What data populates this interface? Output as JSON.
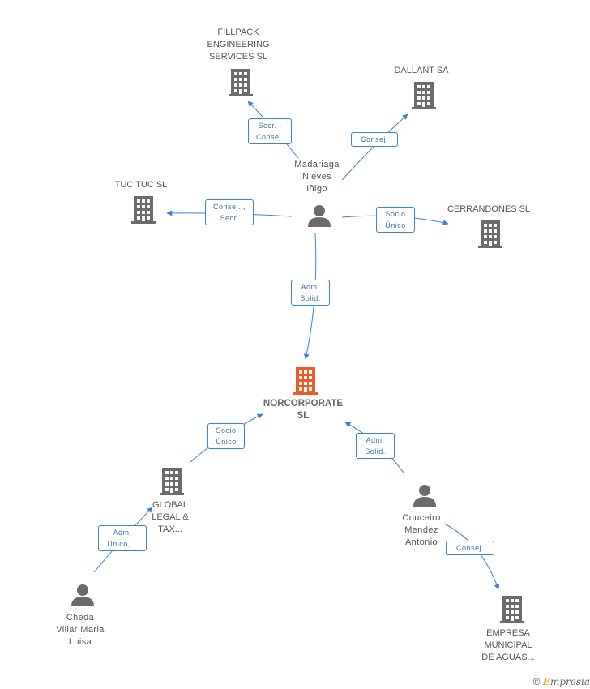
{
  "colors": {
    "edge": "#3b7fd9",
    "company": "#6b6b6b",
    "main_company": "#f05a28",
    "person": "#6b6b6b"
  },
  "nodes": {
    "fillpack": {
      "type": "company",
      "lines": [
        "FILLPACK",
        "ENGINEERING",
        "SERVICES SL"
      ]
    },
    "dallant": {
      "type": "company",
      "lines": [
        "DALLANT SA"
      ]
    },
    "madariaga": {
      "type": "person",
      "lines": [
        "Madariaga",
        "Nieves",
        "Iñigo"
      ]
    },
    "tuctuc": {
      "type": "company",
      "lines": [
        "TUC TUC SL"
      ]
    },
    "cerrandones": {
      "type": "company",
      "lines": [
        "CERRANDONES SL"
      ]
    },
    "norcorporate": {
      "type": "main-company",
      "lines": [
        "NORCORPORATE",
        "SL"
      ]
    },
    "global": {
      "type": "company",
      "lines": [
        "GLOBAL",
        "LEGAL &",
        "TAX..."
      ]
    },
    "couceiro": {
      "type": "person",
      "lines": [
        "Couceiro",
        "Mendez",
        "Antonio"
      ]
    },
    "cheda": {
      "type": "person",
      "lines": [
        "Cheda",
        "Villar Maria",
        "Luisa"
      ]
    },
    "empresa": {
      "type": "company",
      "lines": [
        "EMPRESA",
        "MUNICIPAL",
        "DE AGUAS..."
      ]
    }
  },
  "edges": {
    "madariaga_fillpack": {
      "lines": [
        "Secr. ,",
        "Consej."
      ]
    },
    "madariaga_dallant": {
      "lines": [
        "Consej."
      ]
    },
    "madariaga_tuctuc": {
      "lines": [
        "Consej. ,",
        "Secr."
      ]
    },
    "madariaga_cerrandones": {
      "lines": [
        "Socio",
        "Único"
      ]
    },
    "madariaga_norcorporate": {
      "lines": [
        "Adm.",
        "Solid."
      ]
    },
    "global_norcorporate": {
      "lines": [
        "Socio",
        "Único"
      ]
    },
    "couceiro_norcorporate": {
      "lines": [
        "Adm.",
        "Solid."
      ]
    },
    "cheda_global": {
      "lines": [
        "Adm.",
        "Unico,..."
      ]
    },
    "couceiro_empresa": {
      "lines": [
        "Consej."
      ]
    }
  },
  "footer": {
    "copyright": "©",
    "brand_initial": "E",
    "brand_rest": "mpresia"
  }
}
